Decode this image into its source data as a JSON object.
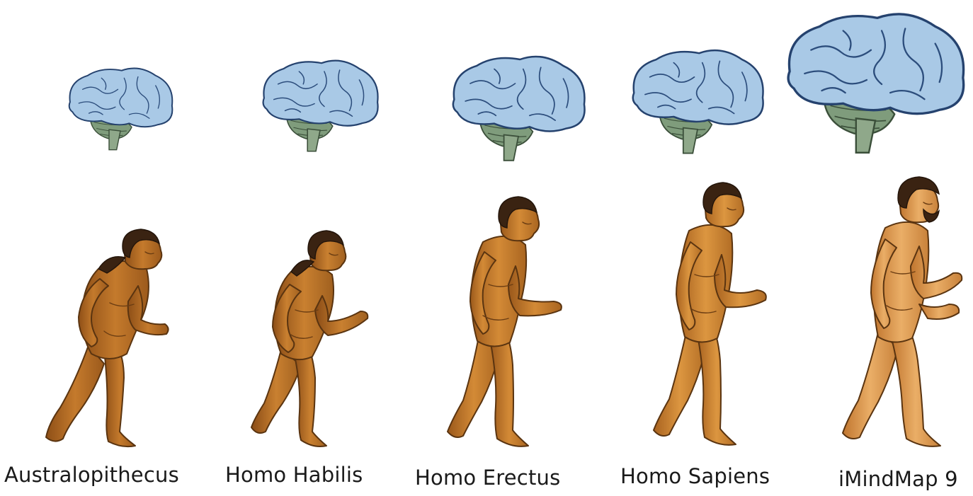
{
  "stages": [
    {
      "label": "Australopithecus"
    },
    {
      "label": "Homo Habilis"
    },
    {
      "label": "Homo Erectus"
    },
    {
      "label": "Homo Sapiens"
    },
    {
      "label": "iMindMap 9"
    }
  ],
  "colors": {
    "brain_fill": "#a9c9e6",
    "brain_outline": "#25426e",
    "cerebellum": "#7f9c7c",
    "skin_dark": "#b36a22",
    "skin_light": "#e4a55a",
    "hair": "#3a2312",
    "label_text": "#1a1a1a"
  },
  "icons": [
    "brain-icon",
    "hominid-figure"
  ]
}
